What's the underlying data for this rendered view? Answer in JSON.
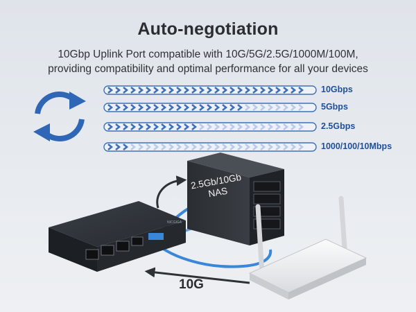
{
  "header": {
    "title": "Auto-negotiation",
    "subtitle_line1": "10Gbp Uplink Port compatible with 10G/5G/2.5G/1000M/100M,",
    "subtitle_line2": "providing compatibility and optimal performance for all your devices"
  },
  "speeds": [
    {
      "label": "10Gbps",
      "level": 1.0
    },
    {
      "label": "5Gbps",
      "level": 0.68
    },
    {
      "label": "2.5Gbps",
      "level": 0.48
    },
    {
      "label": "1000/100/10Mbps",
      "level": 0.13
    }
  ],
  "nas": {
    "label": "2.5Gb/10Gb NAS"
  },
  "switch": {
    "brand": "NICGIGA"
  },
  "uplink": {
    "label": "10G"
  },
  "icons": {
    "sync": "sync-arrows-icon"
  },
  "colors": {
    "bar_fill": "#3f6fb8",
    "bar_light": "#b9cbe6",
    "label": "#1f4f9c"
  }
}
